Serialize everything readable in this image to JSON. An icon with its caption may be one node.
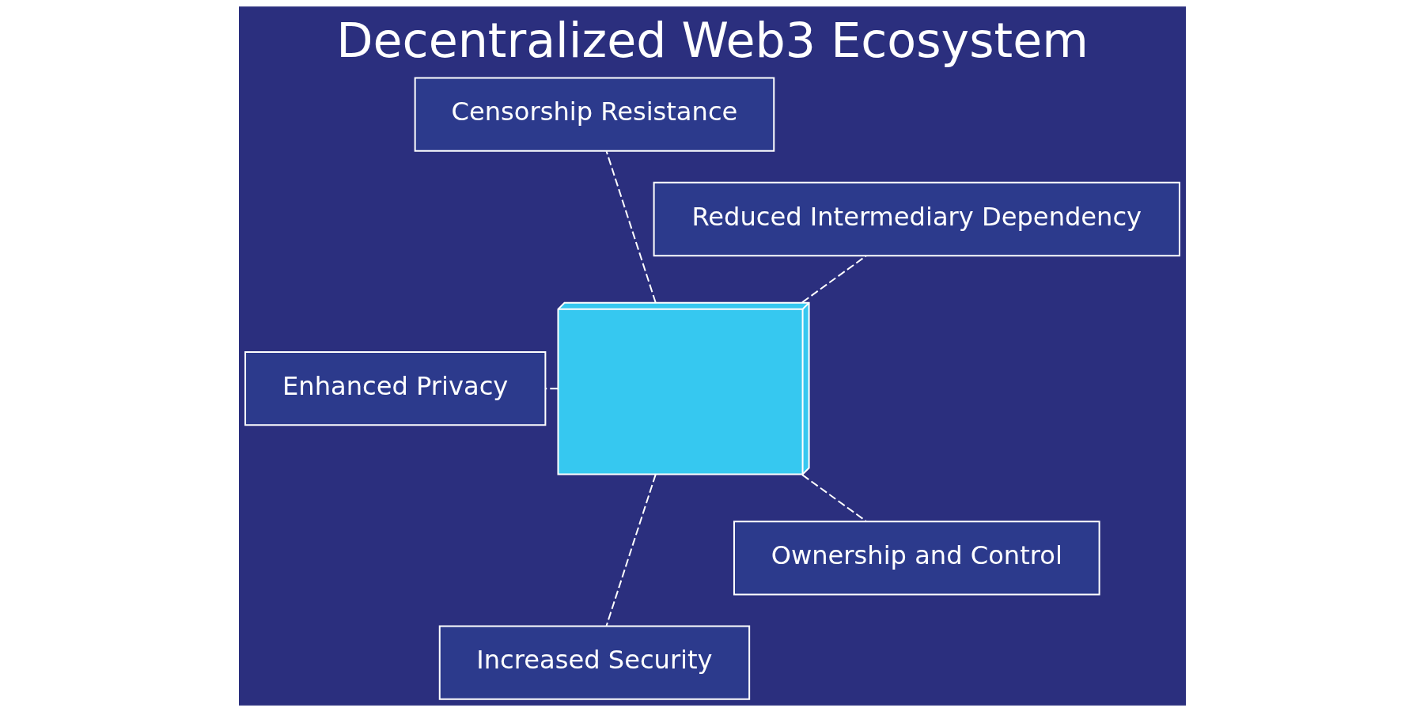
{
  "diagram": {
    "title": "Decentralized Web3 Ecosystem",
    "nodes": [
      {
        "text": [
          "Reduced Intermediary Dependency"
        ]
      },
      {
        "text": [
          "Censorship Resistance"
        ]
      },
      {
        "text": [
          "Enhanced Privacy"
        ]
      },
      {
        "text": [],
        "shape": "picture"
      },
      {
        "text": [
          "Increased Security"
        ]
      },
      {
        "text": [
          "Ownership and Control"
        ]
      }
    ],
    "edges": [
      {
        "from": 3,
        "to": 0,
        "arrow": "none",
        "style": "dashed"
      },
      {
        "from": 3,
        "to": 1,
        "arrow": "none",
        "style": "dashed"
      },
      {
        "from": 3,
        "to": 2,
        "arrow": "none",
        "style": "dashed"
      },
      {
        "from": 3,
        "to": 4,
        "arrow": "none",
        "style": "dashed"
      },
      {
        "from": 3,
        "to": 5,
        "arrow": "none",
        "style": "dashed"
      }
    ]
  }
}
